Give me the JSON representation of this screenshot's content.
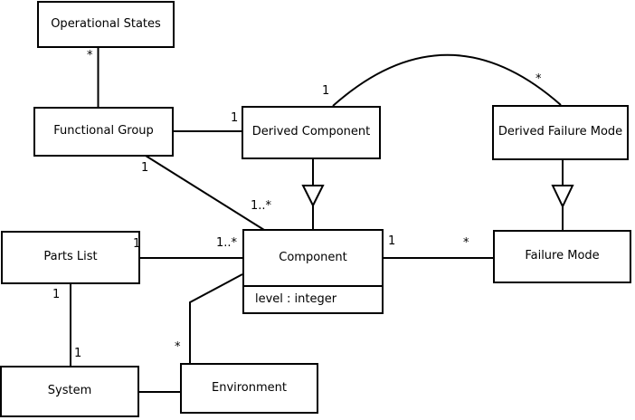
{
  "diagram": {
    "type": "uml-class-diagram",
    "background_color": "#ffffff",
    "line_color": "#000000",
    "text_color": "#000000",
    "classes": {
      "operational_states": {
        "name": "Operational States"
      },
      "functional_group": {
        "name": "Functional Group"
      },
      "derived_component": {
        "name": "Derived Component"
      },
      "derived_failure_mode": {
        "name": "Derived Failure Mode"
      },
      "parts_list": {
        "name": "Parts List"
      },
      "component": {
        "name": "Component",
        "attribute": "level : integer"
      },
      "failure_mode": {
        "name": "Failure Mode"
      },
      "system": {
        "name": "System"
      },
      "environment": {
        "name": "Environment"
      }
    },
    "multiplicities": {
      "os_fg_os_end": "*",
      "fg_dc_dc_end": "1",
      "fg_comp_fg_end": "1",
      "fg_comp_comp_end": "1..*",
      "dc_dfm_dc_end": "1",
      "dc_dfm_dfm_end": "*",
      "pl_comp_pl_end": "1",
      "pl_comp_comp_end": "1..*",
      "comp_fm_comp_end": "1",
      "comp_fm_fm_end": "*",
      "pl_sys_pl_end": "1",
      "pl_sys_sys_end": "1",
      "env_comp_env_end": "*"
    },
    "relations": [
      {
        "from": "Operational States",
        "to": "Functional Group",
        "type": "association",
        "from_multiplicity": "*",
        "to_multiplicity": ""
      },
      {
        "from": "Functional Group",
        "to": "Derived Component",
        "type": "association",
        "from_multiplicity": "",
        "to_multiplicity": "1"
      },
      {
        "from": "Functional Group",
        "to": "Component",
        "type": "association",
        "from_multiplicity": "1",
        "to_multiplicity": "1..*"
      },
      {
        "from": "Derived Component",
        "to": "Derived Failure Mode",
        "type": "association",
        "from_multiplicity": "1",
        "to_multiplicity": "*",
        "shape": "arc"
      },
      {
        "from": "Derived Component",
        "to": "Component",
        "type": "generalization"
      },
      {
        "from": "Derived Failure Mode",
        "to": "Failure Mode",
        "type": "generalization"
      },
      {
        "from": "Parts List",
        "to": "Component",
        "type": "association",
        "from_multiplicity": "1",
        "to_multiplicity": "1..*"
      },
      {
        "from": "Component",
        "to": "Failure Mode",
        "type": "association",
        "from_multiplicity": "1",
        "to_multiplicity": "*"
      },
      {
        "from": "Parts List",
        "to": "System",
        "type": "association",
        "from_multiplicity": "1",
        "to_multiplicity": "1"
      },
      {
        "from": "System",
        "to": "Environment",
        "type": "association",
        "from_multiplicity": "",
        "to_multiplicity": ""
      },
      {
        "from": "Environment",
        "to": "Component",
        "type": "association",
        "from_multiplicity": "*",
        "to_multiplicity": ""
      }
    ]
  }
}
